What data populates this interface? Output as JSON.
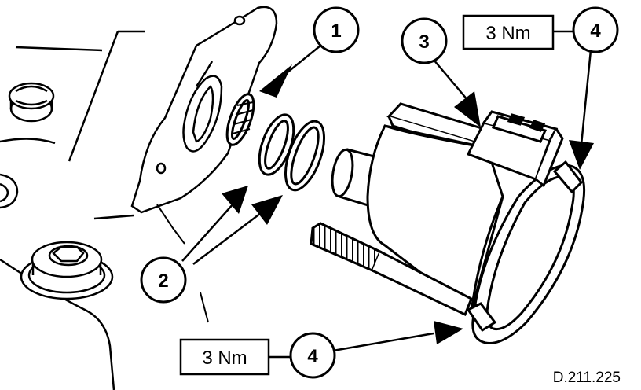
{
  "callouts": {
    "c1": "1",
    "c2": "2",
    "c3": "3",
    "c4_top": "4",
    "c4_bottom": "4"
  },
  "torque": {
    "top": "3 Nm",
    "bottom": "3 Nm"
  },
  "reference": "D.211.225"
}
